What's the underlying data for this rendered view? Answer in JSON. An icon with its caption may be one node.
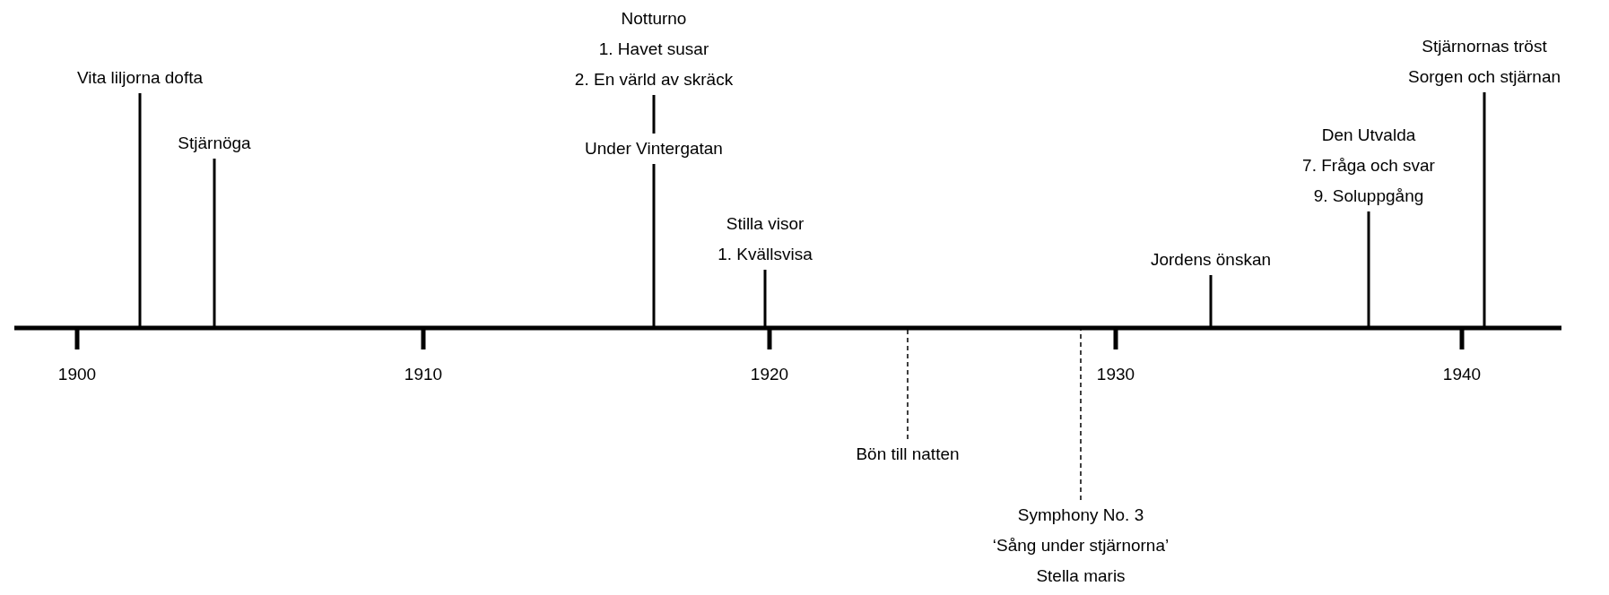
{
  "diagram": {
    "nodes": [
      {
        "text": [
          "Vita liljorna dofta"
        ]
      },
      {
        "text": [
          "Stjärnöga"
        ]
      },
      {
        "text": [
          "Notturno",
          "1. Havet susar",
          "2. En värld av skräck"
        ]
      },
      {
        "text": [
          "Under Vintergatan"
        ]
      },
      {
        "text": [
          "Stilla visor",
          "1. Kvällsvisa"
        ]
      },
      {
        "text": [
          "Bön till natten"
        ]
      },
      {
        "text": [
          "Symphony No. 3",
          "‘Sång under stjärnorna’",
          "Stella maris"
        ]
      },
      {
        "text": [
          "Jordens önskan"
        ]
      },
      {
        "text": [
          "Den Utvalda",
          "7. Fråga och svar",
          "9. Soluppgång"
        ]
      },
      {
        "text": [
          "Stjärnornas tröst",
          "Sorgen och stjärnan"
        ]
      }
    ],
    "edges": [
      {
        "from": 0,
        "to": null,
        "arrow": "none"
      },
      {
        "from": 1,
        "to": null,
        "arrow": "none"
      },
      {
        "from": 2,
        "to": 3,
        "arrow": "none"
      },
      {
        "from": 3,
        "to": null,
        "arrow": "none"
      },
      {
        "from": 4,
        "to": null,
        "arrow": "none"
      },
      {
        "from": 5,
        "to": null,
        "arrow": "none",
        "style": "dashed"
      },
      {
        "from": 6,
        "to": null,
        "arrow": "none",
        "style": "dashed"
      },
      {
        "from": 7,
        "to": null,
        "arrow": "none"
      },
      {
        "from": 8,
        "to": null,
        "arrow": "none"
      },
      {
        "from": 9,
        "to": null,
        "arrow": "none"
      }
    ],
    "labels": [
      "1900",
      "1910",
      "1920",
      "1930",
      "1940"
    ]
  }
}
